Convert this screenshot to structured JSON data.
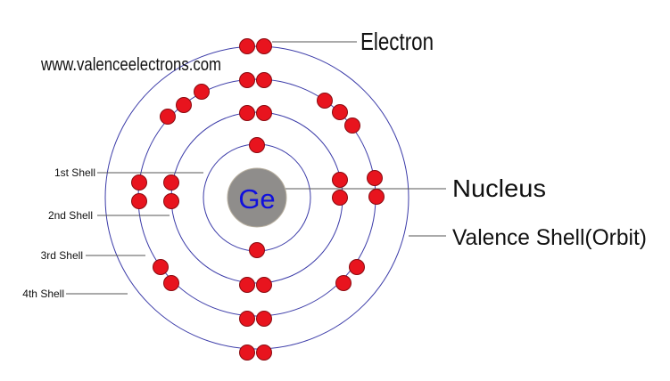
{
  "website": "www.valenceelectrons.com",
  "element_symbol": "Ge",
  "labels": {
    "electron": "Electron",
    "nucleus": "Nucleus",
    "valence_shell": "Valence Shell(Orbit)"
  },
  "shells": [
    {
      "label": "1st Shell",
      "electrons": 2
    },
    {
      "label": "2nd Shell",
      "electrons": 8
    },
    {
      "label": "3rd Shell",
      "electrons": 18
    },
    {
      "label": "4th Shell",
      "electrons": 4
    }
  ],
  "colors": {
    "orbit": "#3b3ba8",
    "electron": "#e8141e",
    "electron_stroke": "#8a0a10",
    "nucleus": "#8f8d8b",
    "symbol": "#1010dd",
    "leader_line": "#555555"
  }
}
